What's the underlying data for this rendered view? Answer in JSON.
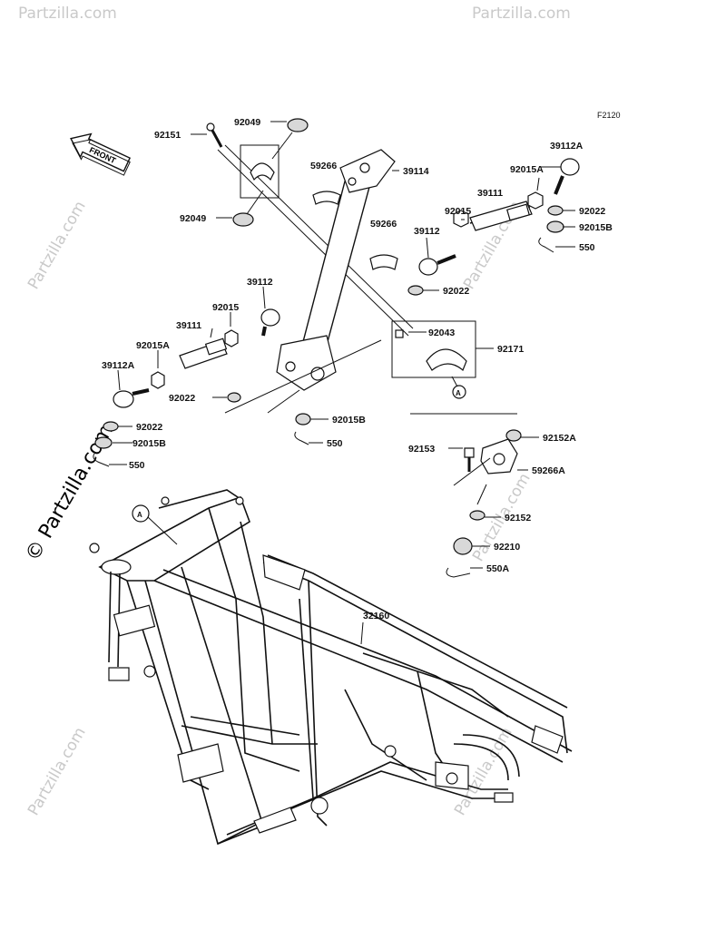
{
  "figure_code": "F2120",
  "front_label": "FRONT",
  "watermark": "© Partzilla.com",
  "watermark_small": "Partzilla.com",
  "reference_marker": "A",
  "part_labels": {
    "p92151": "92151",
    "p92049a": "92049",
    "p92049b": "92049",
    "p59266a": "59266",
    "p59266b": "59266",
    "p39114": "39114",
    "p39112a_r": "39112A",
    "p92015a_r": "92015A",
    "p39111_r": "39111",
    "p92015_r": "92015",
    "p39112_r": "39112",
    "p92022_r1": "92022",
    "p92015b_r": "92015B",
    "p550_r": "550",
    "p92022_r2": "92022",
    "p92043": "92043",
    "p92171": "92171",
    "p39112_l": "39112",
    "p92015_l": "92015",
    "p39111_l": "39111",
    "p92015a_l": "92015A",
    "p39112a_l": "39112A",
    "p92022_l1": "92022",
    "p92022_l2": "92022",
    "p92015b_l": "92015B",
    "p550_l": "550",
    "p92015b_c": "92015B",
    "p550_c": "550",
    "p92153": "92153",
    "p92152a": "92152A",
    "p59266a_part": "59266A",
    "p92152": "92152",
    "p92210": "92210",
    "p550a": "550A",
    "p32160": "32160"
  }
}
